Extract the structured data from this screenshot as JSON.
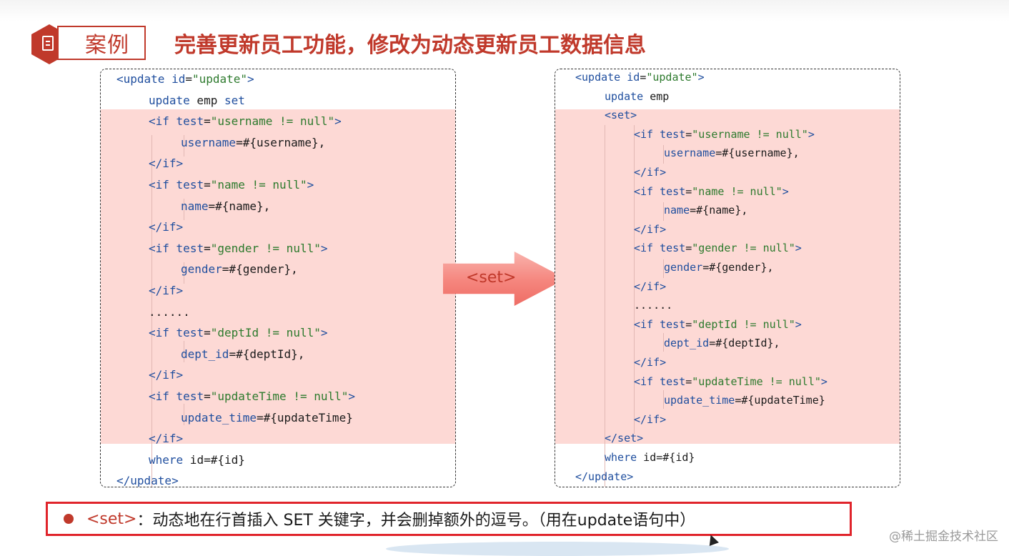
{
  "header": {
    "badge_label": "案例",
    "title": "完善更新员工功能，修改为动态更新员工数据信息"
  },
  "left_code": {
    "lines": [
      "<update id=\"update\">",
      "update emp set",
      "<if test=\"username != null\">",
      "username=#{username},",
      "</if>",
      "<if test=\"name != null\">",
      "name=#{name},",
      "</if>",
      "<if test=\"gender != null\">",
      "gender=#{gender},",
      "</if>",
      "......",
      "<if test=\"deptId != null\">",
      "dept_id=#{deptId},",
      "</if>",
      "<if test=\"updateTime != null\">",
      "update_time=#{updateTime}",
      "</if>",
      "where id=#{id}",
      "</update>"
    ]
  },
  "right_code": {
    "lines": [
      "<update id=\"update\">",
      "update emp",
      "<set>",
      "<if test=\"username != null\">",
      "username=#{username},",
      "</if>",
      "<if test=\"name != null\">",
      "name=#{name},",
      "</if>",
      "<if test=\"gender != null\">",
      "gender=#{gender},",
      "</if>",
      "......",
      "<if test=\"deptId != null\">",
      "dept_id=#{deptId},",
      "</if>",
      "<if test=\"updateTime != null\">",
      "update_time=#{updateTime}",
      "</if>",
      "</set>",
      "where id=#{id}",
      "</update>"
    ]
  },
  "arrow": {
    "label": "<set>"
  },
  "note": {
    "term": "<set>",
    "text": "：动态地在行首插入 SET 关键字，并会删掉额外的逗号。（用在update语句中）"
  },
  "watermark": "@稀土掘金技术社区",
  "colors": {
    "accent": "#c0392b",
    "highlight": "#fdd9d5",
    "note_border": "#e0242b"
  }
}
